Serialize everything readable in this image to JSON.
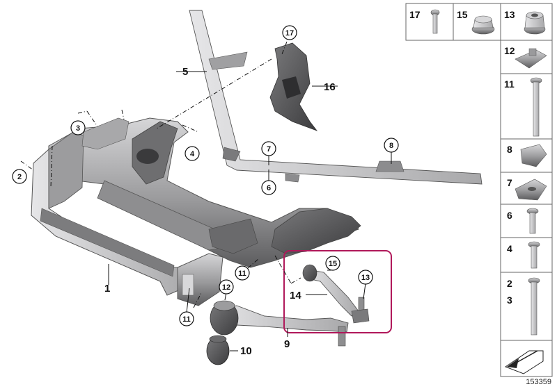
{
  "image_number": "153359",
  "colors": {
    "accent_frame": "#b0185a",
    "part_dark": "#4a4a4c",
    "part_mid": "#8a8a8c",
    "part_light": "#c4c4c6"
  },
  "main_labels": {
    "item_1": "1",
    "item_5": "5",
    "item_9": "9",
    "item_10": "10",
    "item_14": "14",
    "item_16": "16"
  },
  "callouts": {
    "c2": "2",
    "c3": "3",
    "c4": "4",
    "c6": "6",
    "c7": "7",
    "c8": "8",
    "c11a": "11",
    "c11b": "11",
    "c12": "12",
    "c13": "13",
    "c15": "15",
    "c17": "17"
  },
  "parts_panel": {
    "top_row": [
      "17",
      "15",
      "13"
    ],
    "column": [
      "12",
      "11",
      "8",
      "7",
      "6",
      "4",
      "2",
      "3"
    ]
  },
  "icons": {
    "arrow_box": "page-corner-arrow-icon"
  }
}
